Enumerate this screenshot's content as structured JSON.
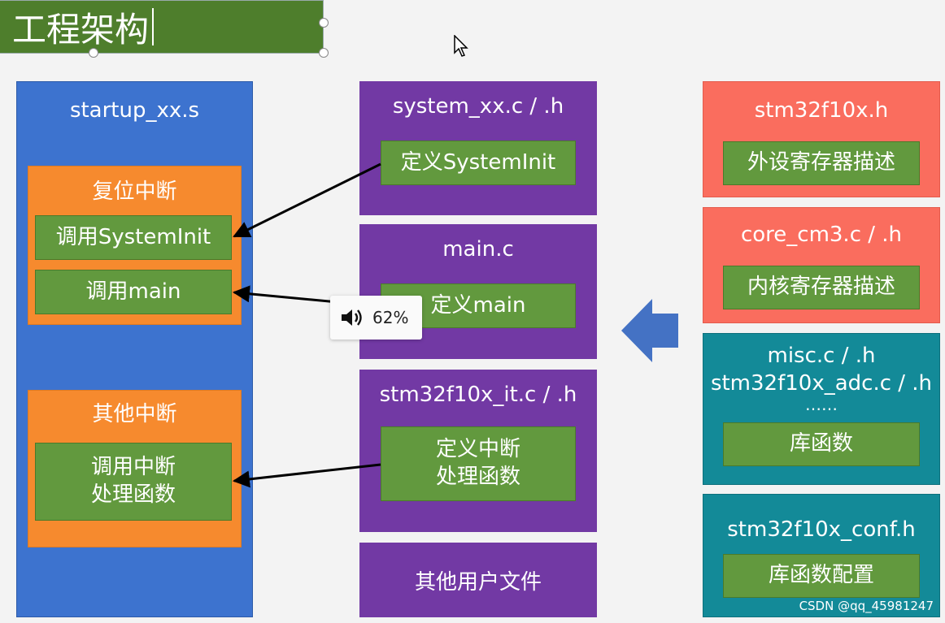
{
  "title": "工程架构",
  "left_column": {
    "header": "startup_xx.s",
    "reset_group": {
      "label": "复位中断",
      "items": [
        "调用SystemInit",
        "调用main"
      ]
    },
    "other_group": {
      "label": "其他中断",
      "item_line1": "调用中断",
      "item_line2": "处理函数"
    }
  },
  "middle_column": {
    "system": {
      "header": "system_xx.c / .h",
      "item": "定义SystemInit"
    },
    "main": {
      "header": "main.c",
      "item": "定义main"
    },
    "it": {
      "header": "stm32f10x_it.c / .h",
      "item_line1": "定义中断",
      "item_line2": "处理函数"
    },
    "other": {
      "label": "其他用户文件"
    }
  },
  "right_column": {
    "stm32": {
      "header": "stm32f10x.h",
      "item": "外设寄存器描述"
    },
    "core": {
      "header": "core_cm3.c / .h",
      "item": "内核寄存器描述"
    },
    "lib": {
      "header_line1": "misc.c / .h",
      "header_line2": "stm32f10x_adc.c / .h",
      "header_line3": "……",
      "item": "库函数"
    },
    "conf": {
      "header": "stm32f10x_conf.h",
      "item": "库函数配置"
    }
  },
  "volume_badge": {
    "icon": "speaker-icon",
    "value": "62%"
  },
  "watermark": "CSDN @qq_45981247",
  "colors": {
    "title_green": "#4e7e2c",
    "blue": "#3d73cf",
    "orange": "#f68a2e",
    "purple": "#7239a4",
    "salmon": "#fa6d5e",
    "teal": "#138a98",
    "item_green": "#62993e",
    "arrow_blue": "#4472c4"
  }
}
